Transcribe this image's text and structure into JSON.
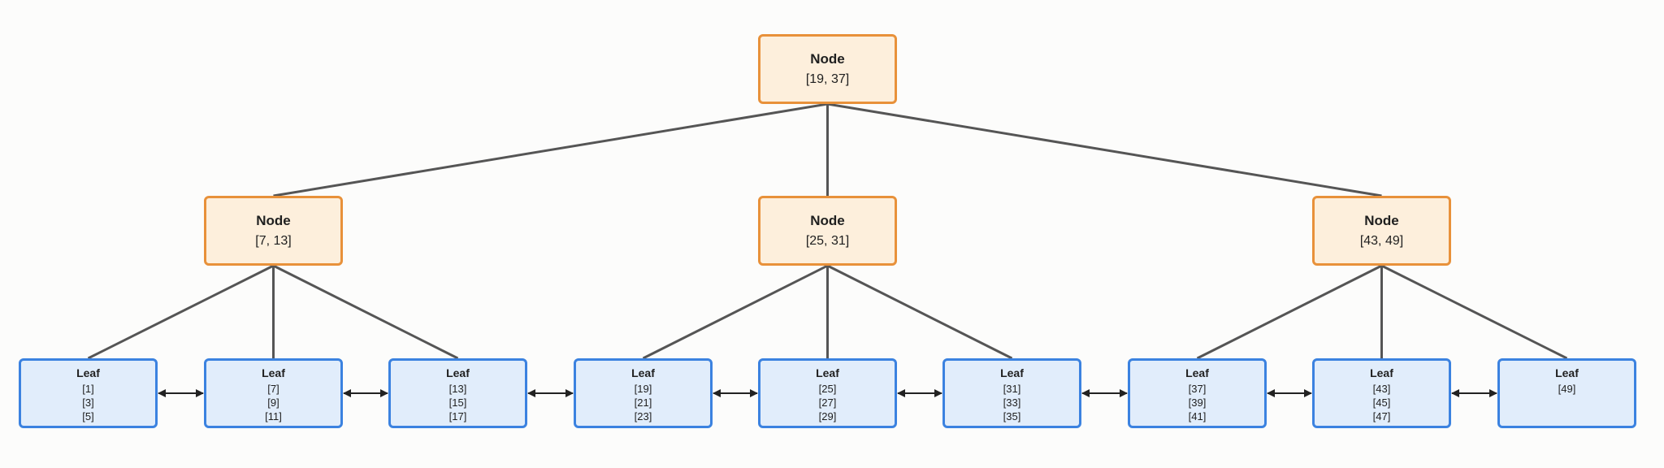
{
  "diagram": {
    "root": {
      "title": "Node",
      "keys": "[19, 37]"
    },
    "internals": [
      {
        "title": "Node",
        "keys": "[7, 13]"
      },
      {
        "title": "Node",
        "keys": "[25, 31]"
      },
      {
        "title": "Node",
        "keys": "[43, 49]"
      }
    ],
    "leaves": [
      {
        "title": "Leaf",
        "values": [
          "[1]",
          "[3]",
          "[5]"
        ]
      },
      {
        "title": "Leaf",
        "values": [
          "[7]",
          "[9]",
          "[11]"
        ]
      },
      {
        "title": "Leaf",
        "values": [
          "[13]",
          "[15]",
          "[17]"
        ]
      },
      {
        "title": "Leaf",
        "values": [
          "[19]",
          "[21]",
          "[23]"
        ]
      },
      {
        "title": "Leaf",
        "values": [
          "[25]",
          "[27]",
          "[29]"
        ]
      },
      {
        "title": "Leaf",
        "values": [
          "[31]",
          "[33]",
          "[35]"
        ]
      },
      {
        "title": "Leaf",
        "values": [
          "[37]",
          "[39]",
          "[41]"
        ]
      },
      {
        "title": "Leaf",
        "values": [
          "[43]",
          "[45]",
          "[47]"
        ]
      },
      {
        "title": "Leaf",
        "values": [
          "[49]"
        ]
      }
    ],
    "colors": {
      "internal_fill": "#fdefdc",
      "internal_border": "#e8913a",
      "leaf_fill": "#e1edfb",
      "leaf_border": "#3b82e0",
      "edge": "#555555",
      "link": "#222222"
    }
  }
}
